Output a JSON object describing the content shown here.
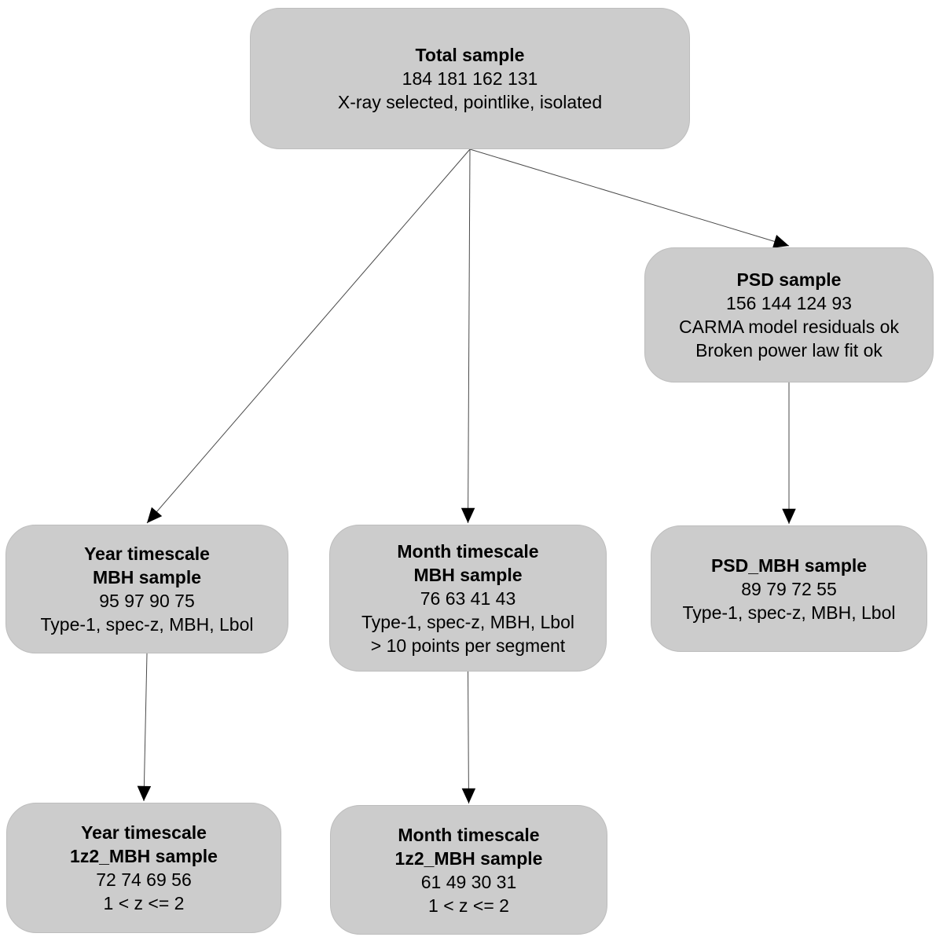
{
  "diagram": {
    "background_color": "#ffffff",
    "node_fill_color": "#cccccc",
    "node_text_color": "#000000",
    "edge_line_color": "#4a4a4a",
    "arrowhead_color": "#000000",
    "nodes": [
      {
        "id": "total",
        "title_lines": [
          "Total sample"
        ],
        "body_lines": [
          "184 181 162 131",
          "X-ray selected, pointlike, isolated"
        ]
      },
      {
        "id": "psd",
        "title_lines": [
          "PSD sample"
        ],
        "body_lines": [
          "156 144 124 93",
          "CARMA model residuals ok",
          "Broken power law fit ok"
        ]
      },
      {
        "id": "year-mbh",
        "title_lines": [
          "Year timescale",
          "MBH sample"
        ],
        "body_lines": [
          "95 97 90 75",
          "Type-1, spec-z, MBH, Lbol"
        ]
      },
      {
        "id": "month-mbh",
        "title_lines": [
          "Month timescale",
          "MBH sample"
        ],
        "body_lines": [
          "76 63 41 43",
          "Type-1, spec-z, MBH, Lbol",
          "> 10 points per segment"
        ]
      },
      {
        "id": "psd-mbh",
        "title_lines": [
          "PSD_MBH sample"
        ],
        "body_lines": [
          "89 79 72 55",
          "Type-1, spec-z, MBH, Lbol"
        ]
      },
      {
        "id": "year-1z2",
        "title_lines": [
          "Year timescale",
          "1z2_MBH sample"
        ],
        "body_lines": [
          "72 74 69 56",
          "1 < z <= 2"
        ]
      },
      {
        "id": "month-1z2",
        "title_lines": [
          "Month timescale",
          "1z2_MBH sample"
        ],
        "body_lines": [
          "61 49 30 31",
          "1 < z <= 2"
        ]
      }
    ],
    "edges": [
      {
        "from": "total",
        "to": "year-mbh"
      },
      {
        "from": "total",
        "to": "month-mbh"
      },
      {
        "from": "total",
        "to": "psd"
      },
      {
        "from": "psd",
        "to": "psd-mbh"
      },
      {
        "from": "year-mbh",
        "to": "year-1z2"
      },
      {
        "from": "month-mbh",
        "to": "month-1z2"
      }
    ]
  }
}
